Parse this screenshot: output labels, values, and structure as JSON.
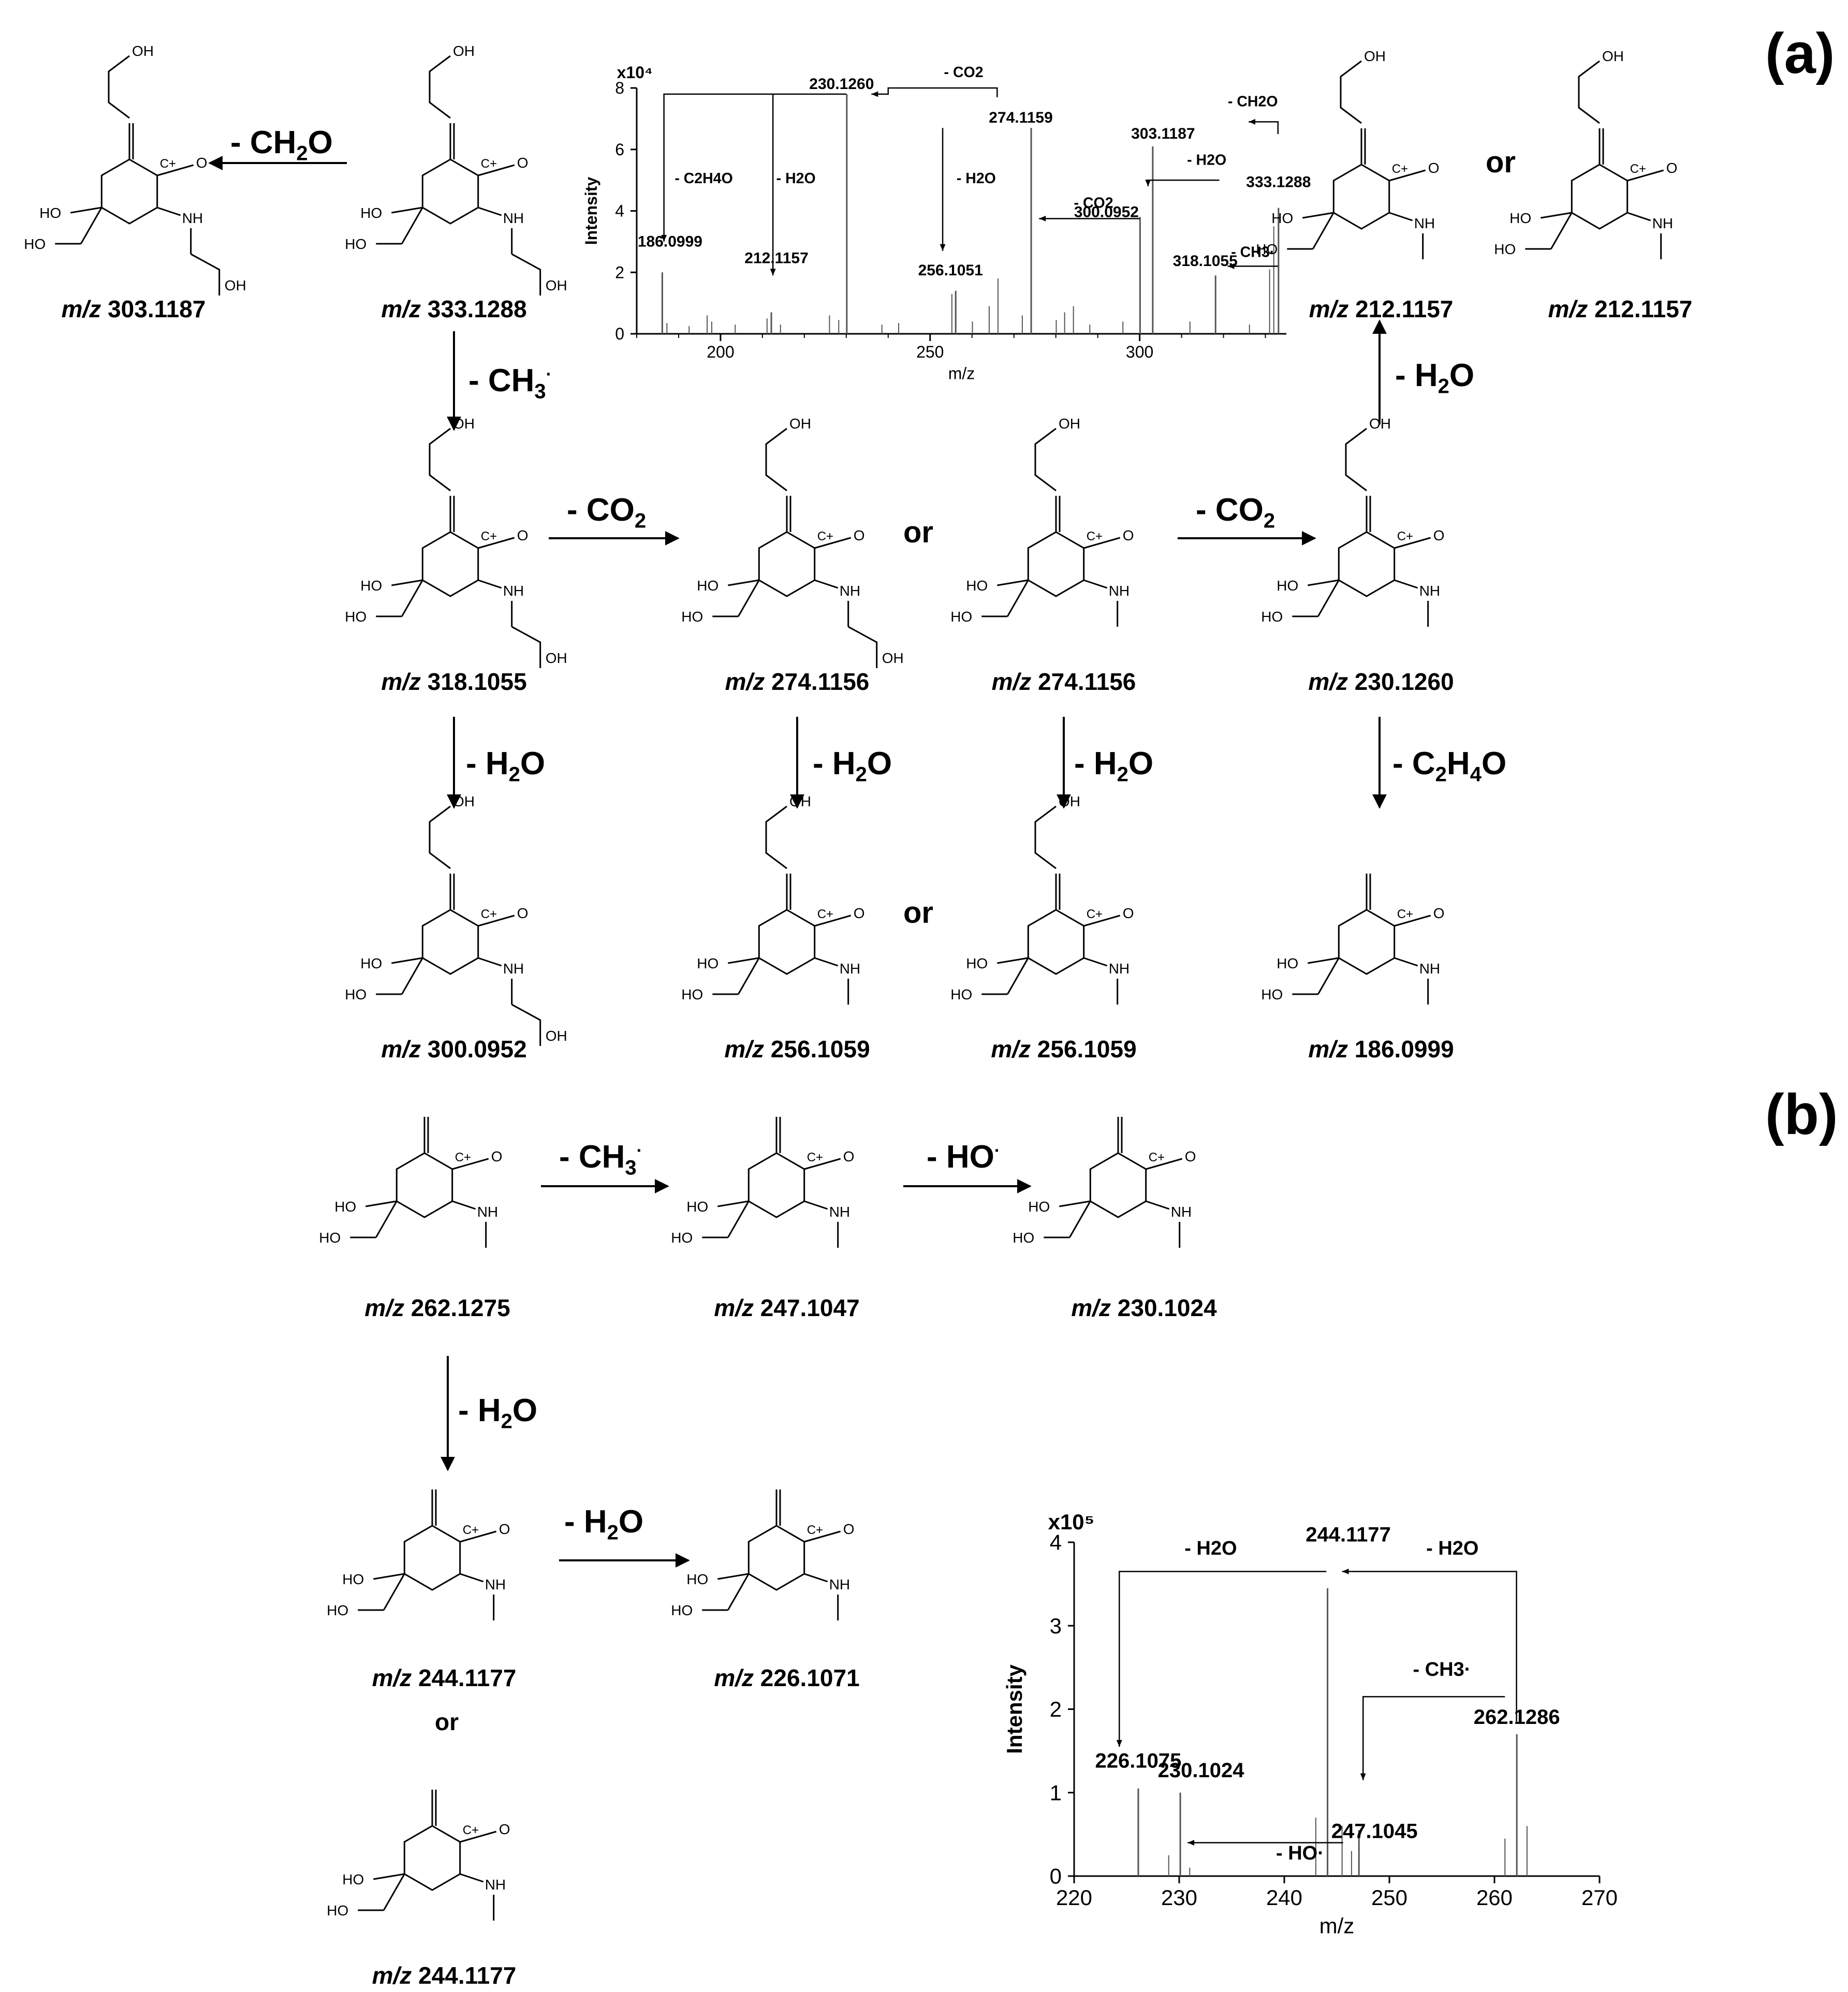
{
  "panels": {
    "a": "(a)",
    "b": "(b)"
  },
  "or_word": "or",
  "mz_labels": [
    {
      "prefix": "m/z",
      "value": "303.1187"
    },
    {
      "prefix": "m/z",
      "value": "333.1288"
    },
    {
      "prefix": "m/z",
      "value": "212.1157"
    },
    {
      "prefix": "m/z",
      "value": "212.1157"
    },
    {
      "prefix": "m/z",
      "value": "318.1055"
    },
    {
      "prefix": "m/z",
      "value": "274.1156"
    },
    {
      "prefix": "m/z",
      "value": "274.1156"
    },
    {
      "prefix": "m/z",
      "value": "230.1260"
    },
    {
      "prefix": "m/z",
      "value": "300.0952"
    },
    {
      "prefix": "m/z",
      "value": "256.1059"
    },
    {
      "prefix": "m/z",
      "value": "256.1059"
    },
    {
      "prefix": "m/z",
      "value": "186.0999"
    },
    {
      "prefix": "m/z",
      "value": "262.1275"
    },
    {
      "prefix": "m/z",
      "value": "247.1047"
    },
    {
      "prefix": "m/z",
      "value": "230.1024"
    },
    {
      "prefix": "m/z",
      "value": "244.1177"
    },
    {
      "prefix": "m/z",
      "value": "226.1071"
    },
    {
      "prefix": "m/z",
      "value": "244.1177"
    }
  ],
  "losses": {
    "ch2o": "- CH2O",
    "ch3": "- CH3·",
    "co2": "- CO2",
    "h2o": "- H2O",
    "c2h4o": "- C2H4O",
    "ho": "- HO·"
  },
  "chart_data": [
    {
      "type": "bar",
      "xlabel": "m/z",
      "ylabel": "Intensity",
      "y_multiplier": "x10⁴",
      "xlim": [
        180,
        335
      ],
      "ylim": [
        0,
        8
      ],
      "xticks": [
        200,
        250,
        300
      ],
      "yticks": [
        0,
        2,
        4,
        6,
        8
      ],
      "peaks": [
        {
          "x": 186.0999,
          "y": 2.0,
          "label": "186.0999"
        },
        {
          "x": 187.2,
          "y": 0.35
        },
        {
          "x": 192.5,
          "y": 0.25
        },
        {
          "x": 196.8,
          "y": 0.6
        },
        {
          "x": 197.9,
          "y": 0.4
        },
        {
          "x": 203.5,
          "y": 0.3
        },
        {
          "x": 211.1,
          "y": 0.5
        },
        {
          "x": 212.1157,
          "y": 0.7,
          "label": "212.1157"
        },
        {
          "x": 214.3,
          "y": 0.3
        },
        {
          "x": 226.0,
          "y": 0.6
        },
        {
          "x": 228.2,
          "y": 0.45
        },
        {
          "x": 230.126,
          "y": 7.8,
          "label": "230.1260"
        },
        {
          "x": 238.5,
          "y": 0.3
        },
        {
          "x": 242.5,
          "y": 0.35
        },
        {
          "x": 255.2,
          "y": 1.3
        },
        {
          "x": 256.1051,
          "y": 1.4,
          "label": "256.1051"
        },
        {
          "x": 260.1,
          "y": 0.4
        },
        {
          "x": 264.1,
          "y": 0.9
        },
        {
          "x": 266.2,
          "y": 1.8
        },
        {
          "x": 272.0,
          "y": 0.6
        },
        {
          "x": 274.1159,
          "y": 6.7,
          "label": "274.1159"
        },
        {
          "x": 280.1,
          "y": 0.45
        },
        {
          "x": 282.1,
          "y": 0.7
        },
        {
          "x": 284.2,
          "y": 0.9
        },
        {
          "x": 288.1,
          "y": 0.3
        },
        {
          "x": 296.0,
          "y": 0.4
        },
        {
          "x": 300.0952,
          "y": 3.8,
          "label": "300.0952"
        },
        {
          "x": 303.1187,
          "y": 6.1,
          "label": "303.1187"
        },
        {
          "x": 312.0,
          "y": 0.4
        },
        {
          "x": 318.1055,
          "y": 1.9,
          "label": "318.1055"
        },
        {
          "x": 326.2,
          "y": 0.3
        },
        {
          "x": 331.0,
          "y": 2.1
        },
        {
          "x": 332.0,
          "y": 3.5
        },
        {
          "x": 333.1288,
          "y": 4.1,
          "label": "333.1288"
        }
      ],
      "annotations": [
        "- CO2",
        "- C2H4O",
        "- H2O",
        "- H2O",
        "- CH2O",
        "- H2O",
        "- CO2",
        "- CH3·"
      ]
    },
    {
      "type": "bar",
      "xlabel": "m/z",
      "ylabel": "Intensity",
      "y_multiplier": "x10⁵",
      "xlim": [
        220,
        270
      ],
      "ylim": [
        0,
        4
      ],
      "xticks": [
        220,
        230,
        240,
        250,
        260,
        270
      ],
      "yticks": [
        0,
        1,
        2,
        3,
        4
      ],
      "peaks": [
        {
          "x": 226.1075,
          "y": 1.05,
          "label": "226.1075"
        },
        {
          "x": 229.0,
          "y": 0.25
        },
        {
          "x": 230.1024,
          "y": 1.0,
          "label": "230.1024"
        },
        {
          "x": 231.0,
          "y": 0.1
        },
        {
          "x": 243.0,
          "y": 0.7
        },
        {
          "x": 244.1177,
          "y": 3.45,
          "label": "244.1177"
        },
        {
          "x": 245.5,
          "y": 0.6
        },
        {
          "x": 246.4,
          "y": 0.3
        },
        {
          "x": 247.1045,
          "y": 0.55,
          "label": "247.1045"
        },
        {
          "x": 261.0,
          "y": 0.45
        },
        {
          "x": 262.1286,
          "y": 1.7,
          "label": "262.1286"
        },
        {
          "x": 263.1,
          "y": 0.6
        }
      ],
      "annotations": [
        "- H2O",
        "- H2O",
        "- CH3·",
        "- HO·"
      ]
    }
  ]
}
